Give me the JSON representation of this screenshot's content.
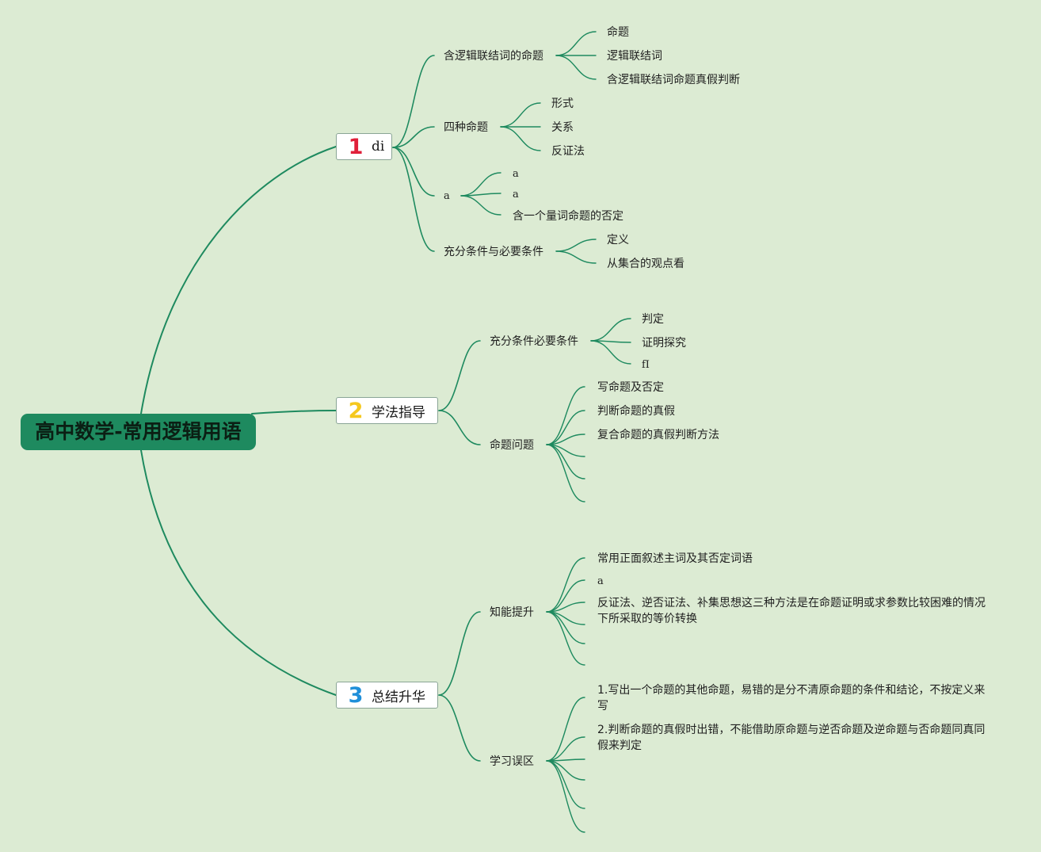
{
  "root": {
    "title": "高中数学-常用逻辑用语"
  },
  "branches": [
    {
      "number": "1",
      "label": "di",
      "number_color": "#e0203a"
    },
    {
      "number": "2",
      "label": "学法指导",
      "number_color": "#f5c81e"
    },
    {
      "number": "3",
      "label": "总结升华",
      "number_color": "#1f8fd9"
    }
  ],
  "topics": {
    "t1": "含逻辑联结词的命题",
    "t2": "四种命题",
    "t3": "a",
    "t4": "充分条件与必要条件",
    "t5": "充分条件必要条件",
    "t6": "命题问题",
    "t7": "知能提升",
    "t8": "学习误区"
  },
  "leaves": {
    "l1": "命题",
    "l2": "逻辑联结词",
    "l3": "含逻辑联结词命题真假判断",
    "l4": "形式",
    "l5": "关系",
    "l6": "反证法",
    "l7": "a",
    "l8": "a",
    "l9": "含一个量词命题的否定",
    "l10": "定义",
    "l11": "从集合的观点看",
    "l12": "判定",
    "l13": "证明探究",
    "l14": "fI",
    "l15": "写命题及否定",
    "l16": "判断命题的真假",
    "l17": "复合命题的真假判断方法",
    "l18": "常用正面叙述主词及其否定词语",
    "l19": "a",
    "l20": "反证法、逆否证法、补集思想这三种方法是在命题证明或求参数比较困难的情况下所采取的等价转换",
    "l21": "1.写出一个命题的其他命题，易错的是分不清原命题的条件和结论，不按定义来写",
    "l22": "2.判断命题的真假时出错，不能借助原命题与逆否命题及逆命题与否命题同真同假来判定"
  },
  "colors": {
    "background": "#dcebd3",
    "line": "#1e8a5f",
    "root_fill": "#1e8a5f"
  }
}
